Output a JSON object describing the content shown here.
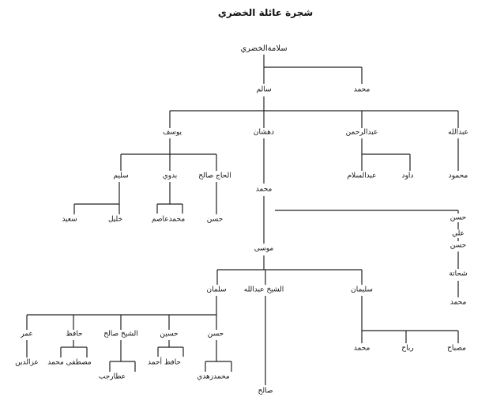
{
  "title": "شجرة عائلة الخضري",
  "people": {
    "root": "سلامةالخضري",
    "g1_salem": "سالم",
    "g1_mohammed": "محمد",
    "g2_yousef": "يوسف",
    "g2_dahshan": "دهشان",
    "g2_abdelrahman": "عبدالرحمن",
    "g2_abdallah": "عبدالله",
    "g3_salim": "سليم",
    "g3_badawi": "بدوي",
    "g3_hajsaleh": "الحاج صالح",
    "g3_mohammed_dahshan": "محمد",
    "g3_abdelsalam": "عبدالسلام",
    "g3_daoud": "داود",
    "g3_mahmoud": "محمود",
    "g4_saeed": "سعيد",
    "g4_khalil": "خليل",
    "g4_mohammedasem": "محمدعاصم",
    "g4_hassan_haj": "حسن",
    "g4_mousa": "موسى",
    "g4_hassan_r": "حسن",
    "g5_ali": "علي",
    "g6_hassan": "حسن",
    "g7_shehata": "شحاتة",
    "g8_mohammed": "محمد",
    "g5_salman": "سلمان",
    "g5_sheikhabdallah": "الشيخ عبدالله",
    "g5_soliman": "سليمان",
    "g6_omar": "عمر",
    "g6_hafez": "حافظ",
    "g6_sheikhsaleh": "الشيخ صالح",
    "g6_hussein": "حسين",
    "g6_hassan_s": "حسن",
    "g6_saleh": "صالح",
    "g6_mohammed_sol": "محمد",
    "g6_rabah": "رباح",
    "g6_mesbah": "مصباح",
    "g7_ezzeldin": "عزالدين",
    "g7_mostafamohammed": "مصطفى محمد",
    "g7_attaragab": "عطارجب",
    "g7_hafezahmed": "حافظ أحمد",
    "g7_mohammedzohdi": "محمدزهدي"
  }
}
